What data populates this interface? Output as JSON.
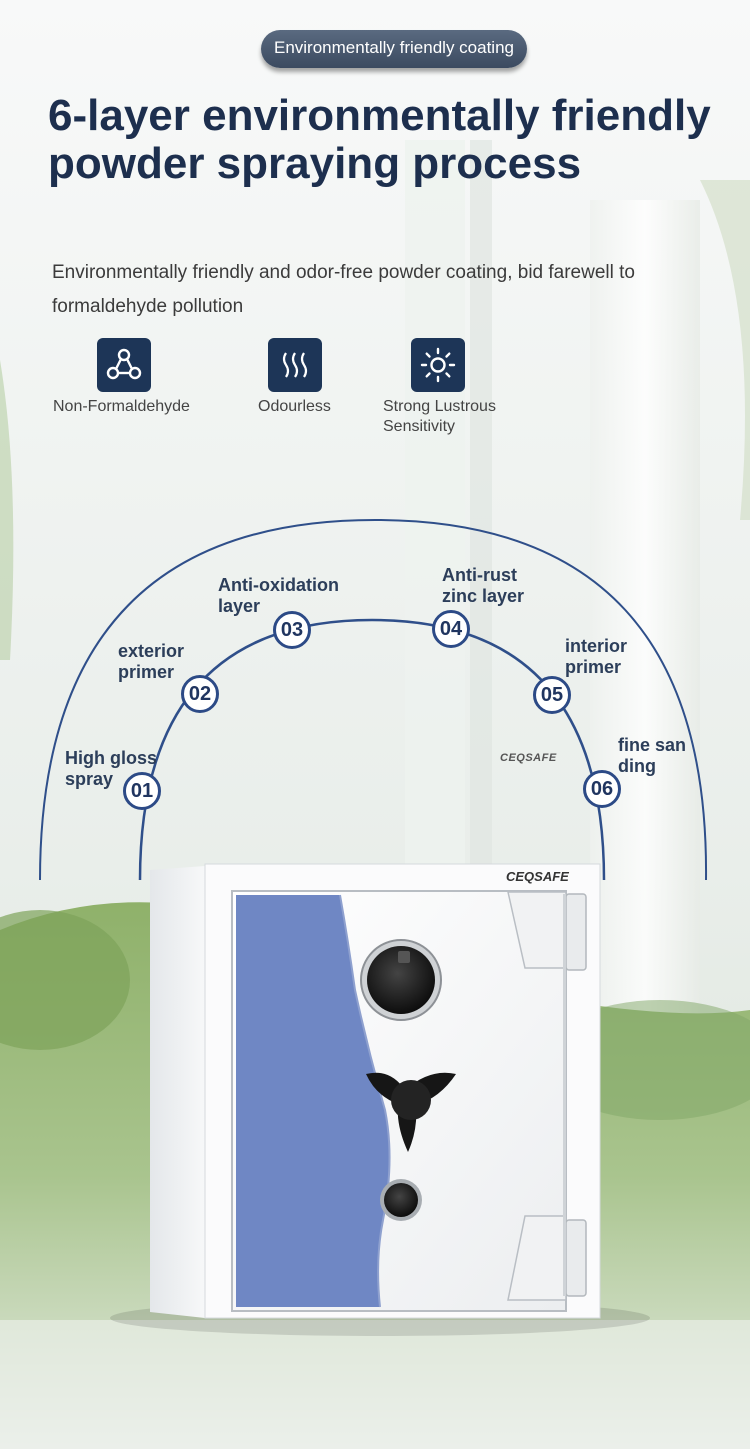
{
  "badge": "Environmentally friendly coating",
  "headline": "6-layer environmentally friendly powder spraying process",
  "subtitle": "Environmentally friendly and odor-free powder coating, bid farewell to formaldehyde pollution",
  "features": [
    {
      "label": "Non-Formaldehyde",
      "icon": "molecule-icon"
    },
    {
      "label": "Odourless",
      "icon": "odour-waves-icon"
    },
    {
      "label": "Strong Lustrous Sensitivity",
      "icon": "sun-shine-icon"
    }
  ],
  "steps": [
    {
      "num": "01",
      "label": "High gloss spray"
    },
    {
      "num": "02",
      "label": "exterior primer"
    },
    {
      "num": "03",
      "label": "Anti-oxidation layer"
    },
    {
      "num": "04",
      "label": "Anti-rust zinc layer"
    },
    {
      "num": "05",
      "label": "interior primer"
    },
    {
      "num": "06",
      "label": "fine san ding"
    }
  ],
  "brand": "CEQSAFE",
  "colors": {
    "navy": "#1d3557",
    "accent_blue": "#6f87c4",
    "circle_border": "#2c4a86"
  }
}
